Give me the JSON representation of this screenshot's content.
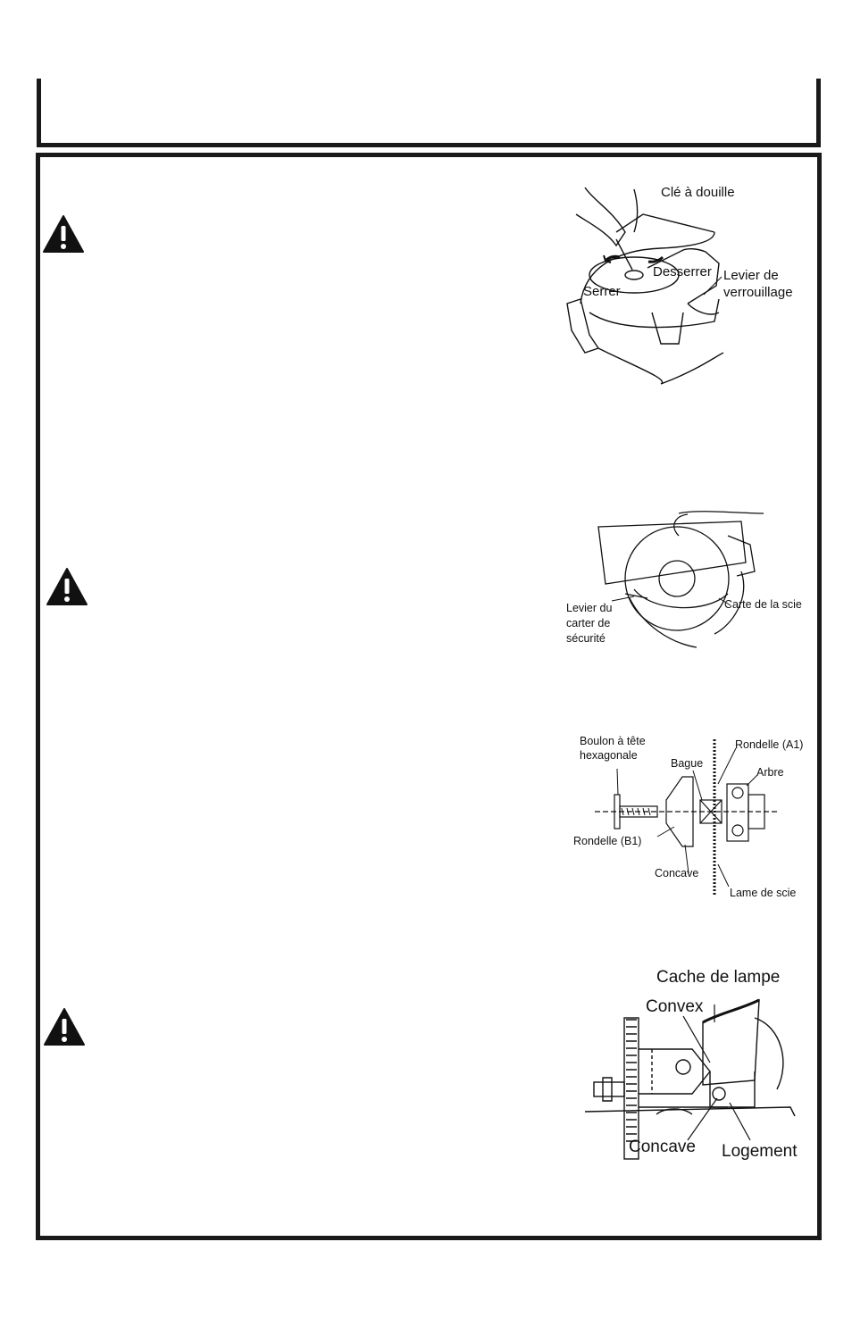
{
  "figures": {
    "blade_wrench": {
      "socket_wrench": "Clé à douille",
      "loosen": "Desserrer",
      "tighten": "Serrer",
      "lock_lever": "Levier de\nverrouillage"
    },
    "safety_cover": {
      "guard_lever": "Levier du\ncarter de\nsécurité",
      "saw_card": "Carte de la scie"
    },
    "blade_assembly": {
      "hex_bolt": "Boulon à tête\nhexagonale",
      "washer_a1": "Rondelle (A1)",
      "ring": "Bague",
      "shaft": "Arbre",
      "washer_b1": "Rondelle (B1)",
      "concave": "Concave",
      "saw_blade": "Lame de scie"
    },
    "lamp_cover": {
      "lamp_cover": "Cache de lampe",
      "convex": "Convex",
      "concave": "Concave",
      "housing": "Logement"
    }
  }
}
